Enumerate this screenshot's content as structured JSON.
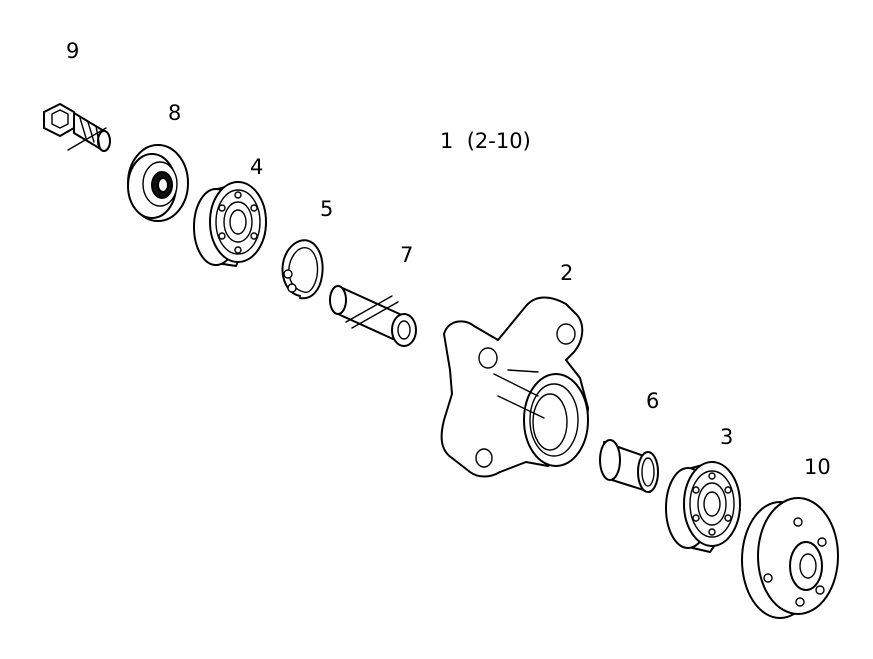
{
  "assembly_label": "1  (2-10)",
  "callouts": {
    "p2": "2",
    "p3": "3",
    "p4": "4",
    "p5": "5",
    "p6": "6",
    "p7": "7",
    "p8": "8",
    "p9": "9",
    "p10": "10"
  }
}
